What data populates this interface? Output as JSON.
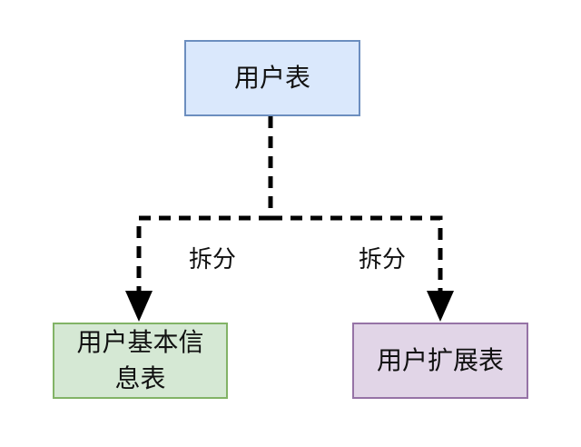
{
  "nodes": {
    "top": {
      "label": "用户表"
    },
    "left": {
      "label": "用户基本信息表"
    },
    "right": {
      "label": "用户扩展表"
    }
  },
  "edges": {
    "left_label": "拆分",
    "right_label": "拆分"
  }
}
